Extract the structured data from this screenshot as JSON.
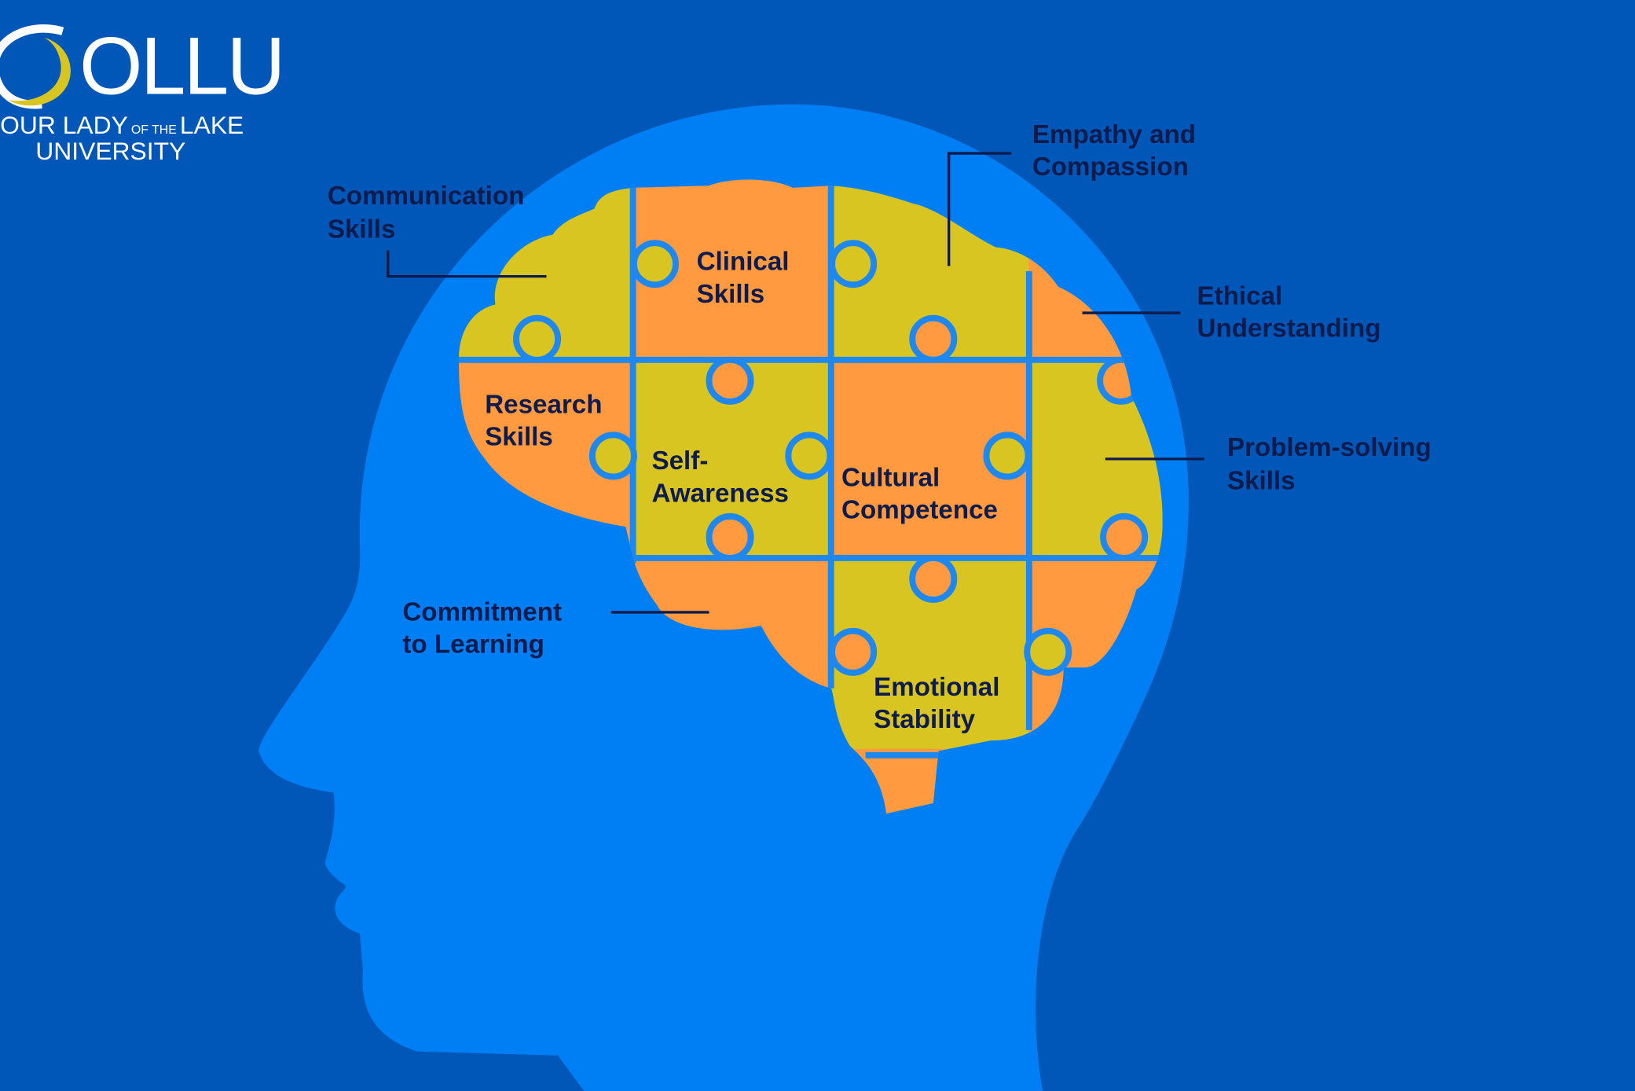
{
  "logo": {
    "mark": "OLLU",
    "line1a": "OUR LADY",
    "line1b": "OF THE",
    "line1c": "LAKE",
    "line2": "UNIVERSITY"
  },
  "colors": {
    "background": "#0057b8",
    "head": "#007ff5",
    "orange": "#ff9a40",
    "yellow": "#d8c521",
    "text": "#0d1b4d",
    "logo_gold": "#d8c521"
  },
  "outer_labels": {
    "communication": [
      "Communication",
      "Skills"
    ],
    "empathy": [
      "Empathy and",
      "Compassion"
    ],
    "ethical": [
      "Ethical",
      "Understanding"
    ],
    "problem": [
      "Problem-solving",
      "Skills"
    ],
    "commitment": [
      "Commitment",
      "to Learning"
    ]
  },
  "inner_labels": {
    "clinical": [
      "Clinical",
      "Skills"
    ],
    "research": [
      "Research",
      "Skills"
    ],
    "self": [
      "Self-",
      "Awareness"
    ],
    "cultural": [
      "Cultural",
      "Competence"
    ],
    "emotional": [
      "Emotional",
      "Stability"
    ]
  }
}
